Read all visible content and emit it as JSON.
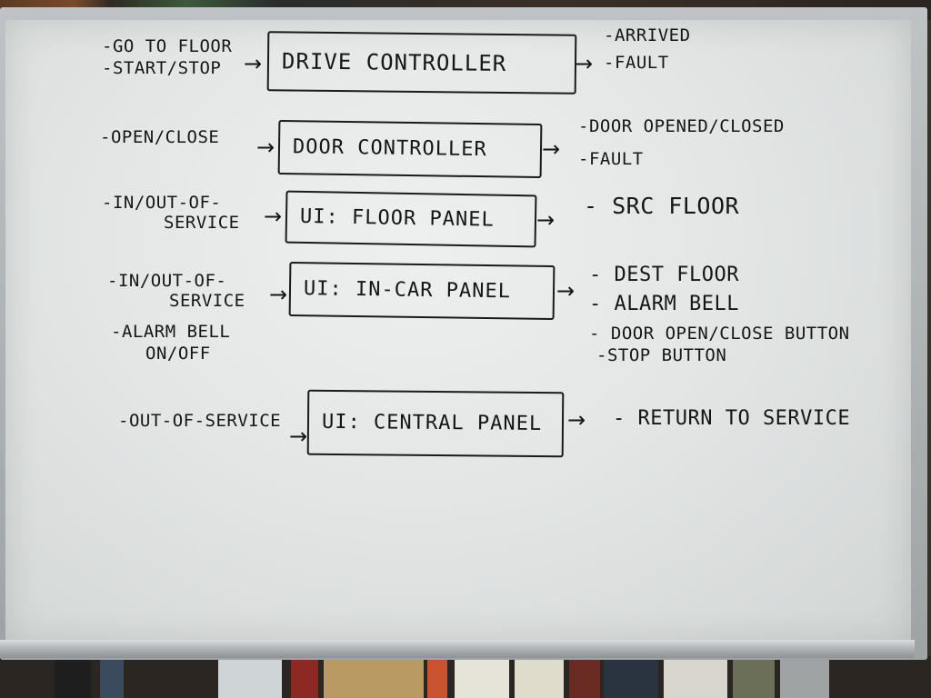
{
  "whiteboard": {
    "drive_controller": {
      "inputs": [
        "-GO TO FLOOR",
        "-START/STOP"
      ],
      "label": "DRIVE CONTROLLER",
      "outputs": [
        "-ARRIVED",
        "-FAULT"
      ]
    },
    "door_controller": {
      "inputs": [
        "-OPEN/CLOSE"
      ],
      "label": "DOOR CONTROLLER",
      "outputs": [
        "-DOOR OPENED/CLOSED",
        "-FAULT"
      ]
    },
    "floor_panel": {
      "inputs": [
        "-IN/OUT-OF-",
        "SERVICE"
      ],
      "label": "UI: FLOOR PANEL",
      "outputs": [
        "- SRC FLOOR"
      ]
    },
    "in_car_panel": {
      "inputs": [
        "-IN/OUT-OF-",
        "SERVICE",
        "-ALARM BELL",
        "ON/OFF"
      ],
      "label": "UI: IN-CAR PANEL",
      "outputs": [
        "- DEST FLOOR",
        "- ALARM BELL",
        "- DOOR OPEN/CLOSE BUTTON",
        "-STOP BUTTON"
      ]
    },
    "central_panel": {
      "inputs": [
        "-OUT-OF-SERVICE"
      ],
      "label": "UI: CENTRAL PANEL",
      "outputs": [
        "- RETURN TO SERVICE"
      ]
    }
  },
  "colors": {
    "ink": "#161616",
    "board": "#e6e8e7",
    "frame": "#a9adaf"
  }
}
